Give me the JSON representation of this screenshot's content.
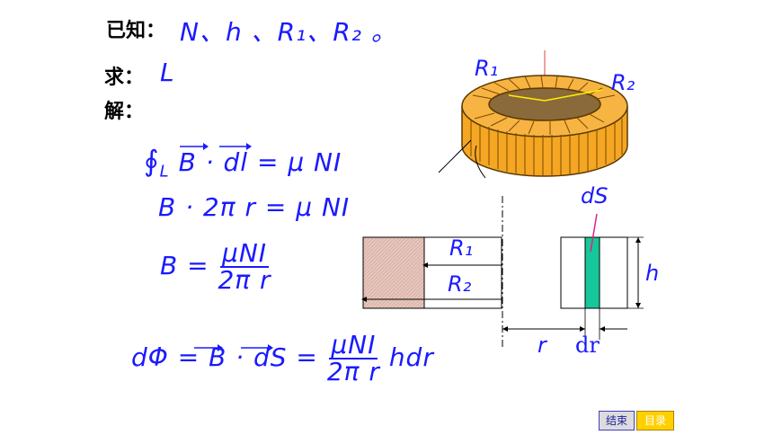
{
  "given": {
    "label": "已知：",
    "vars": "N、h 、R₁、R₂ 。"
  },
  "find": {
    "label": "求：",
    "var": "L"
  },
  "solve": {
    "label": "解："
  },
  "eq1": {
    "oint": "∮",
    "sub": "L",
    "lhs": "B · dl",
    "rhs": "= μ NI"
  },
  "eq2": {
    "text": "B · 2π r = μ NI"
  },
  "eq3": {
    "lhs": "B =",
    "num": "μNI",
    "den": "2π r"
  },
  "eq4": {
    "lhs": "dΦ = B · dS =",
    "num": "μNI",
    "den": "2π r",
    "tail": "hdr"
  },
  "toroid": {
    "r1_label": "R₁",
    "r2_label": "R₂"
  },
  "cross_section": {
    "ds_label": "dS",
    "r1_label": "R₁",
    "r2_label": "R₂",
    "h_label": "h",
    "r_label": "r",
    "dr_label": "dr"
  },
  "colors": {
    "ink": "#1a1aff",
    "toroid": "#f5a623",
    "strip": "#16c79a",
    "hatch": "#e8c6bd",
    "nav_end_bg": "#dcdcdc",
    "nav_toc_bg": "#ffd000"
  },
  "nav": {
    "end": "结束",
    "toc": "目录"
  }
}
